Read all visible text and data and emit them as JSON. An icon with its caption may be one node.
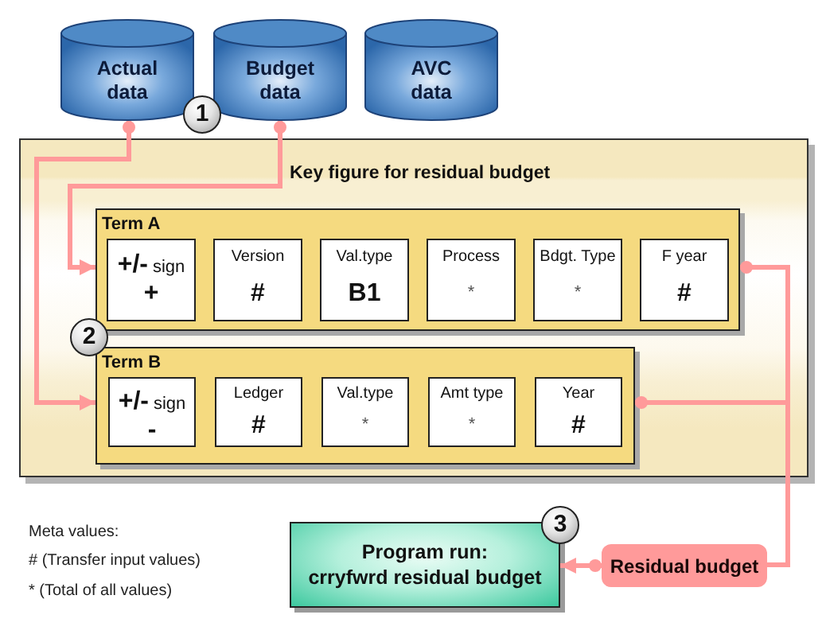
{
  "diagram": {
    "nodes": [
      {
        "text": [
          "Actual data"
        ]
      },
      {
        "text": [
          "Budget data"
        ]
      },
      {
        "text": [
          "AVC data"
        ]
      },
      {
        "text": [
          "Key figure for residual budget"
        ]
      },
      {
        "text": [
          "Term A"
        ],
        "in": 3
      },
      {
        "text": [
          "+/-",
          "sign",
          "+"
        ],
        "in": 4
      },
      {
        "text": [
          "Version",
          "#"
        ],
        "in": 4
      },
      {
        "text": [
          "Val.type",
          "B1"
        ],
        "in": 4
      },
      {
        "text": [
          "Process",
          "*"
        ],
        "in": 4
      },
      {
        "text": [
          "Bdgt. Type",
          "*"
        ],
        "in": 4
      },
      {
        "text": [
          "F year",
          "#"
        ],
        "in": 4
      },
      {
        "text": [
          "Term B"
        ],
        "in": 3
      },
      {
        "text": [
          "+/-",
          "sign",
          "-"
        ],
        "in": 11
      },
      {
        "text": [
          "Ledger",
          "#"
        ],
        "in": 11
      },
      {
        "text": [
          "Val.type",
          "*"
        ],
        "in": 11
      },
      {
        "text": [
          "Amt type",
          "*"
        ],
        "in": 11
      },
      {
        "text": [
          "Year",
          "#"
        ],
        "in": 11
      },
      {
        "text": [
          "Program run:",
          "crryfwrd residual budget"
        ]
      },
      {
        "text": [
          "Residual budget"
        ]
      }
    ],
    "edges": [
      {
        "from": 0,
        "to": 11,
        "arrow": "to"
      },
      {
        "from": 1,
        "to": 4,
        "arrow": "to"
      },
      {
        "from": 4,
        "to": 18,
        "arrow": "other"
      },
      {
        "from": 11,
        "to": 18,
        "arrow": "other"
      },
      {
        "from": 18,
        "to": 17,
        "arrow": "to"
      }
    ],
    "labels": [
      "1",
      "2",
      "3",
      "Meta values:",
      "# (Transfer input values)",
      "* (Total of all values)"
    ]
  }
}
